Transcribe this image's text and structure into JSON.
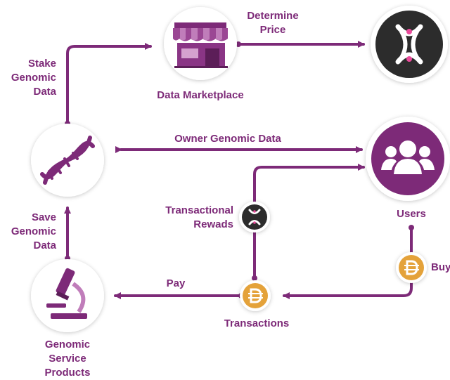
{
  "colors": {
    "accent": "#7d2a78",
    "node_bg": "#ffffff",
    "brand_dark": "#2c2c2c",
    "brand_pink": "#ea4b9b",
    "coin_gold": "#e4a23a",
    "users_bg": "#7d2a78"
  },
  "nodes": {
    "marketplace": {
      "label": "Data Marketplace",
      "icon": "storefront-icon"
    },
    "brand_logo": {
      "icon": "x-brand-logo"
    },
    "dna": {
      "icon": "dna-helix-icon"
    },
    "users": {
      "label": "Users",
      "icon": "users-group-icon"
    },
    "microscope": {
      "label": "Genomic\nService\nProducts",
      "icon": "microscope-icon"
    },
    "reward_token": {
      "label": "Transactional\nRewads",
      "icon": "x-token-icon"
    },
    "transactions": {
      "label": "Transactions",
      "icon": "dai-coin-icon"
    },
    "buy_coin": {
      "icon": "dai-coin-icon"
    }
  },
  "edges": {
    "stake": "Stake\nGenomic\nData",
    "determine_price": "Determine\nPrice",
    "owner_data": "Owner Genomic Data",
    "save": "Save\nGenomic\nData",
    "pay": "Pay",
    "buy": "Buy"
  }
}
